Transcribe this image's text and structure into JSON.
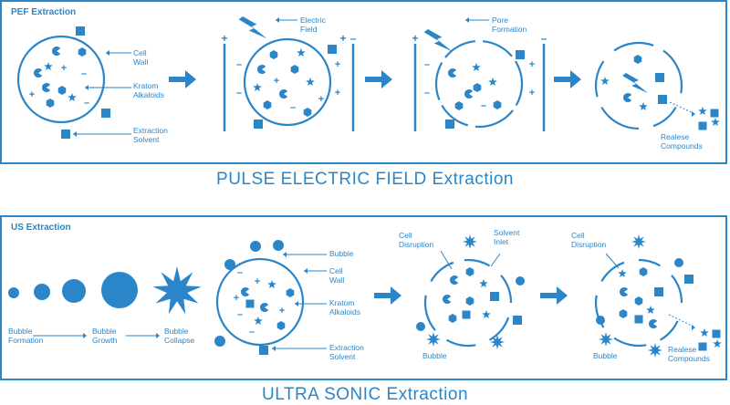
{
  "pef": {
    "panel_label": "PEF Extraction",
    "caption": "PULSE ELECTRIC FIELD Extraction",
    "labels": {
      "cell_wall": "Cell\nWall",
      "kratom": "Kratom\nAlkaloids",
      "solvent": "Extraction\nSolvent",
      "electric_field": "Electric\nField",
      "pore": "Pore\nFormation",
      "release": "Realese\nCompounds"
    }
  },
  "us": {
    "panel_label": "US Extraction",
    "caption": "ULTRA SONIC Extraction",
    "labels": {
      "bubble_formation": "Bubble\nFormation",
      "bubble_growth": "Bubble\nGrowth",
      "bubble_collapse": "Bubble\nCollapse",
      "bubble": "Bubble",
      "cell_wall": "Cell\nWall",
      "kratom": "Kratom\nAlkaloids",
      "solvent": "Extraction\nSolvent",
      "cell_disruption": "Cell\nDisruption",
      "solvent_inlet": "Solvent\nInlet",
      "bubble_a": "Bubble",
      "cell_disruption_2": "Cell\nDisruption",
      "bubble_b": "Bubble",
      "release": "Realese\nCompounds"
    }
  },
  "colors": {
    "accent": "#2a86c9",
    "background": "#ffffff"
  }
}
